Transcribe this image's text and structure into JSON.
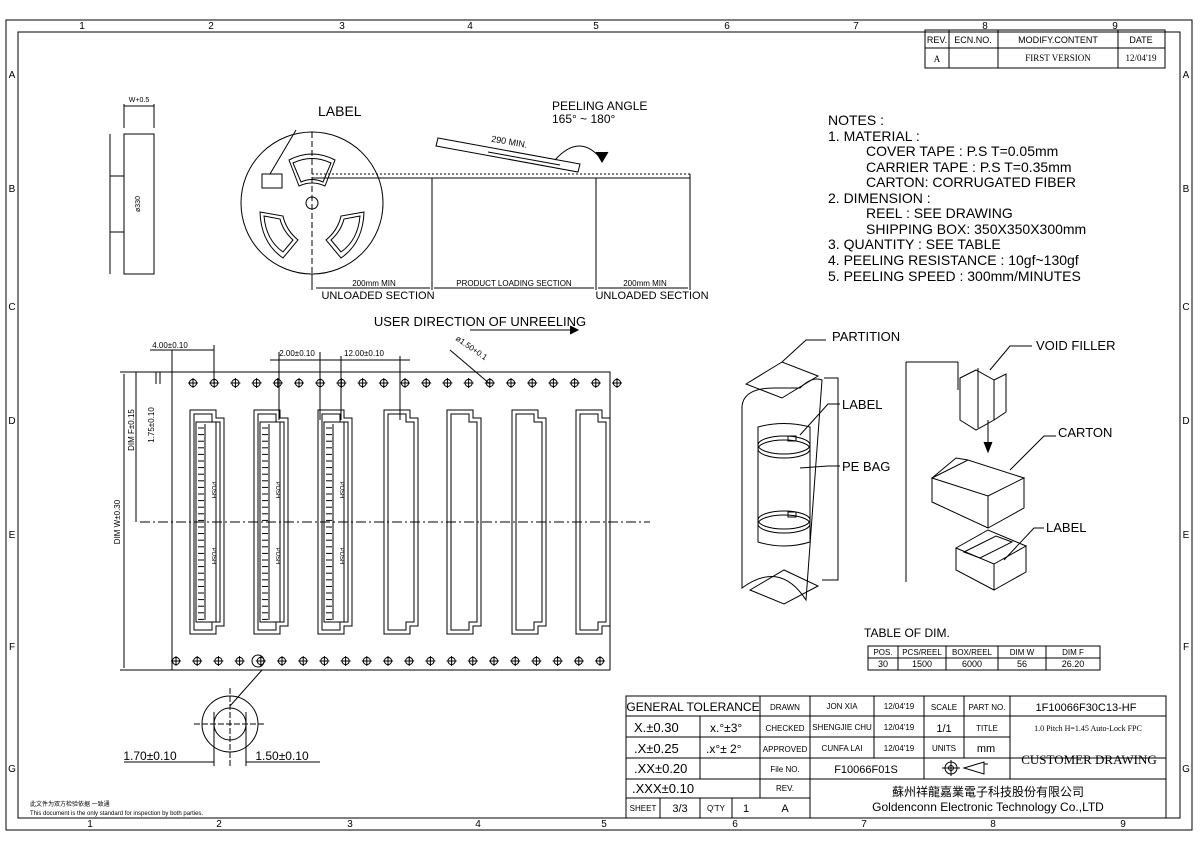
{
  "border": {
    "cols": [
      "1",
      "2",
      "3",
      "4",
      "5",
      "6",
      "7",
      "8",
      "9"
    ],
    "rows": [
      "A",
      "B",
      "C",
      "D",
      "E",
      "F",
      "G"
    ]
  },
  "revision": {
    "headers": [
      "REV.",
      "ECN.NO.",
      "MODIFY.CONTENT",
      "DATE"
    ],
    "row": [
      "A",
      "",
      "FIRST VERSION",
      "12/04'19"
    ]
  },
  "reel": {
    "width_label": "W+0.5",
    "diameter_label": "ø330",
    "label": "LABEL",
    "peeling_angle_title": "PEELING ANGLE",
    "peeling_angle_value": "165° ~ 180°",
    "min_length": "290 MIN.",
    "left_section_dim": "200mm MIN",
    "left_section_name": "UNLOADED SECTION",
    "mid_section_name": "PRODUCT LOADING SECTION",
    "right_section_dim": "200mm MIN",
    "right_section_name": "UNLOADED SECTION",
    "direction": "USER DIRECTION OF UNREELING"
  },
  "notes": [
    "NOTES :",
    "1. MATERIAL :",
    "COVER TAPE : P.S T=0.05mm",
    "CARRIER TAPE : P.S T=0.35mm",
    "CARTON: CORRUGATED FIBER",
    "2. DIMENSION :",
    "REEL : SEE DRAWING",
    "SHIPPING BOX: 350X350X300mm",
    "3. QUANTITY : SEE TABLE",
    "4. PEELING RESISTANCE : 10gf~130gf",
    "5. PEELING SPEED : 300mm/MINUTES"
  ],
  "tape": {
    "pitch_hole": "4.00±0.10",
    "pitch_small": "2.00±0.10",
    "pitch_part": "12.00±0.10",
    "hole_dia": "ø1.50+0.1",
    "dim_f": "DIM F±0.15",
    "dim_175": "1.75±0.10",
    "dim_w": "DIM W±0.30",
    "push": "PUSH",
    "dim_170": "1.70±0.10",
    "dim_150": "1.50±0.10"
  },
  "packaging": {
    "partition": "PARTITION",
    "label_top": "LABEL",
    "pe_bag": "PE BAG",
    "void_filler": "VOID FILLER",
    "carton": "CARTON",
    "label_bottom": "LABEL"
  },
  "dim_table": {
    "title": "TABLE OF DIM.",
    "headers": [
      "POS.",
      "PCS/REEL",
      "BOX/REEL",
      "DIM W",
      "DIM F"
    ],
    "rows": [
      [
        "30",
        "1500",
        "6000",
        "56",
        "26.20"
      ]
    ]
  },
  "title_block": {
    "general_tolerance": "GENERAL TOLERANCE",
    "tol_x": "X.±0.30",
    "tol_ang1": "x.°±3°",
    "tol_xx": ".X±0.25",
    "tol_ang2": ".x°± 2°",
    "tol_xxx": ".XX±0.20",
    "tol_xxxx": ".XXX±0.10",
    "drawn_label": "DRAWN",
    "drawn_name": "JON XIA",
    "drawn_date": "12/04'19",
    "checked_label": "CHECKED",
    "checked_name": "SHENGJIE CHU",
    "checked_date": "12/04'19",
    "approved_label": "APPROVED",
    "approved_name": "CUNFA LAI",
    "approved_date": "12/04'19",
    "scale_label": "SCALE",
    "scale_value": "1/1",
    "units_label": "UNITS",
    "units_value": "mm",
    "part_no_label": "PART NO.",
    "part_no": "1F10066F30C13-HF",
    "title_label": "TITLE",
    "title_value": "1.0 Pitch H=1.45 Auto-Lock FPC",
    "customer_drawing": "CUSTOMER DRAWING",
    "file_no_label": "File NO.",
    "file_no": "F10066F01S",
    "rev_label": "REV.",
    "rev_value": "A",
    "sheet_label": "SHEET",
    "sheet_value": "3/3",
    "qty_label": "Q'TY",
    "qty_value": "1",
    "company_cn": "蘇州祥龍嘉業電子科技股份有限公司",
    "company_en": "Goldenconn Electronic Technology Co.,LTD"
  },
  "footnote_cn": "此文件为双方检验依据  一致通",
  "footnote_en": "This document is the only standard for inspection by both parties."
}
